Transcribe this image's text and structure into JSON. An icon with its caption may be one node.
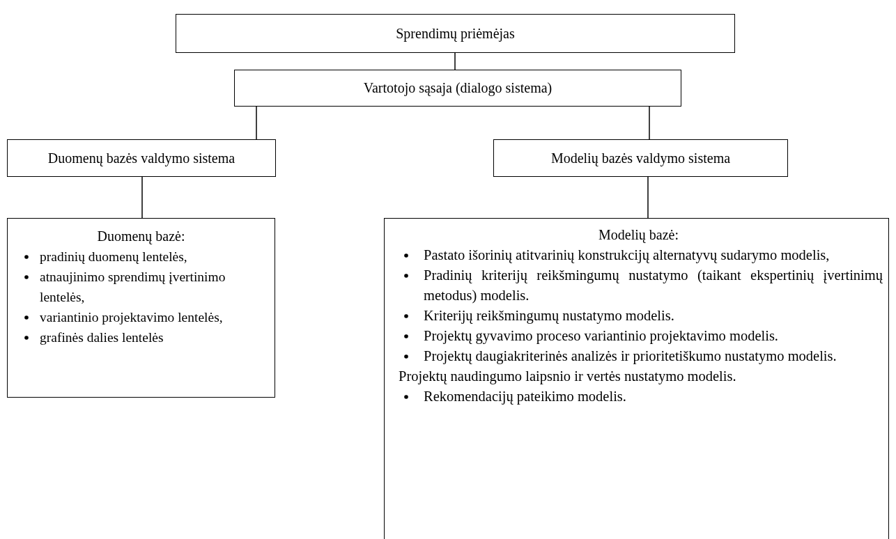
{
  "diagram": {
    "nodes": [
      {
        "text": [
          "Sprendimų priėmėjas"
        ]
      },
      {
        "text": [
          "Vartotojo sąsaja (dialogo sistema)"
        ]
      },
      {
        "text": [
          "Duomenų bazės valdymo sistema"
        ]
      },
      {
        "text": [
          "Modelių bazės valdymo sistema"
        ]
      },
      {
        "text": [
          "Duomenų bazė:",
          "pradinių duomenų lentelės,",
          "atnaujinimo sprendimų įvertinimo lentelės,",
          "variantinio projektavimo lentelės,",
          "grafinės dalies lentelės"
        ]
      },
      {
        "text": [
          "Modelių bazė:",
          "Pastato išorinių atitvarinių konstrukcijų alternatyvų sudarymo modelis,",
          "Pradinių kriterijų reikšmingumų nustatymo (taikant ekspertinių įvertinimų metodus) modelis.",
          "Kriterijų reikšmingumų nustatymo modelis.",
          "Projektų gyvavimo proceso variantinio projektavimo modelis.",
          "Projektų daugiakriterinės analizės ir prioritetiškumo nustatymo modelis.",
          "Projektų naudingumo laipsnio ir vertės nustatymo modelis.",
          "Rekomendacijų pateikimo modelis."
        ]
      }
    ],
    "edges": [
      {
        "from": 0,
        "to": 1,
        "arrow": "none"
      },
      {
        "from": 1,
        "to": 2,
        "arrow": "none"
      },
      {
        "from": 1,
        "to": 3,
        "arrow": "none"
      },
      {
        "from": 2,
        "to": 4,
        "arrow": "none"
      },
      {
        "from": 3,
        "to": 5,
        "arrow": "none"
      }
    ]
  }
}
